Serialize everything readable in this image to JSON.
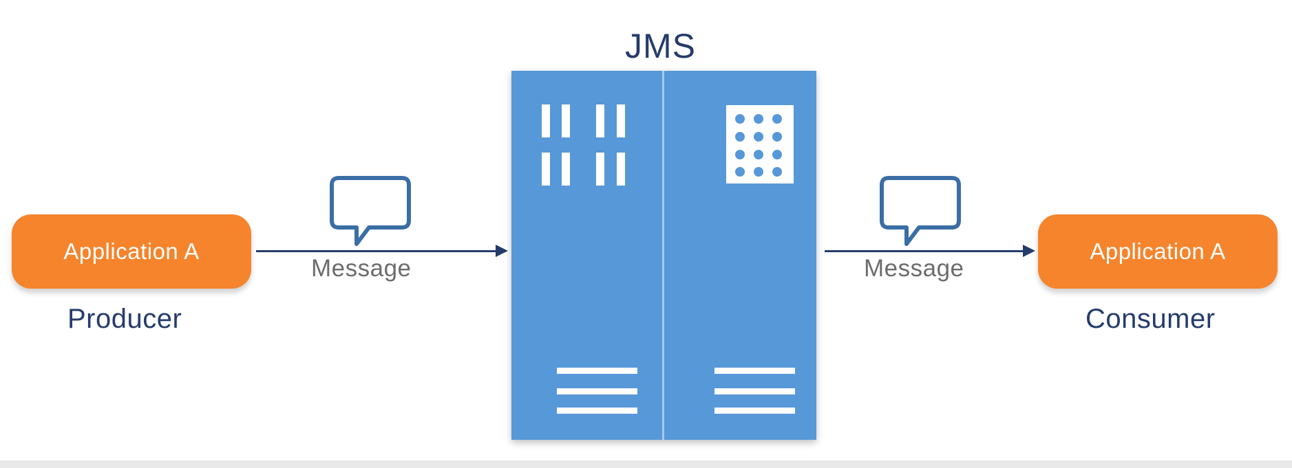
{
  "diagram": {
    "title": "JMS",
    "producer": {
      "app_label": "Application  A",
      "role_label": "Producer"
    },
    "consumer": {
      "app_label": "Application  A",
      "role_label": "Consumer"
    },
    "flows": [
      {
        "label": "Message",
        "icon": "speech-bubble-icon"
      },
      {
        "label": "Message",
        "icon": "speech-bubble-icon"
      }
    ],
    "server_icon": "jms-server-icon"
  },
  "colors": {
    "app_box": "#f5842c",
    "server": "#5798d8",
    "arrow": "#253c6b",
    "role_text": "#253c6b",
    "message_text": "#6c6c6c",
    "speech_bubble": "#3a6ea5"
  }
}
